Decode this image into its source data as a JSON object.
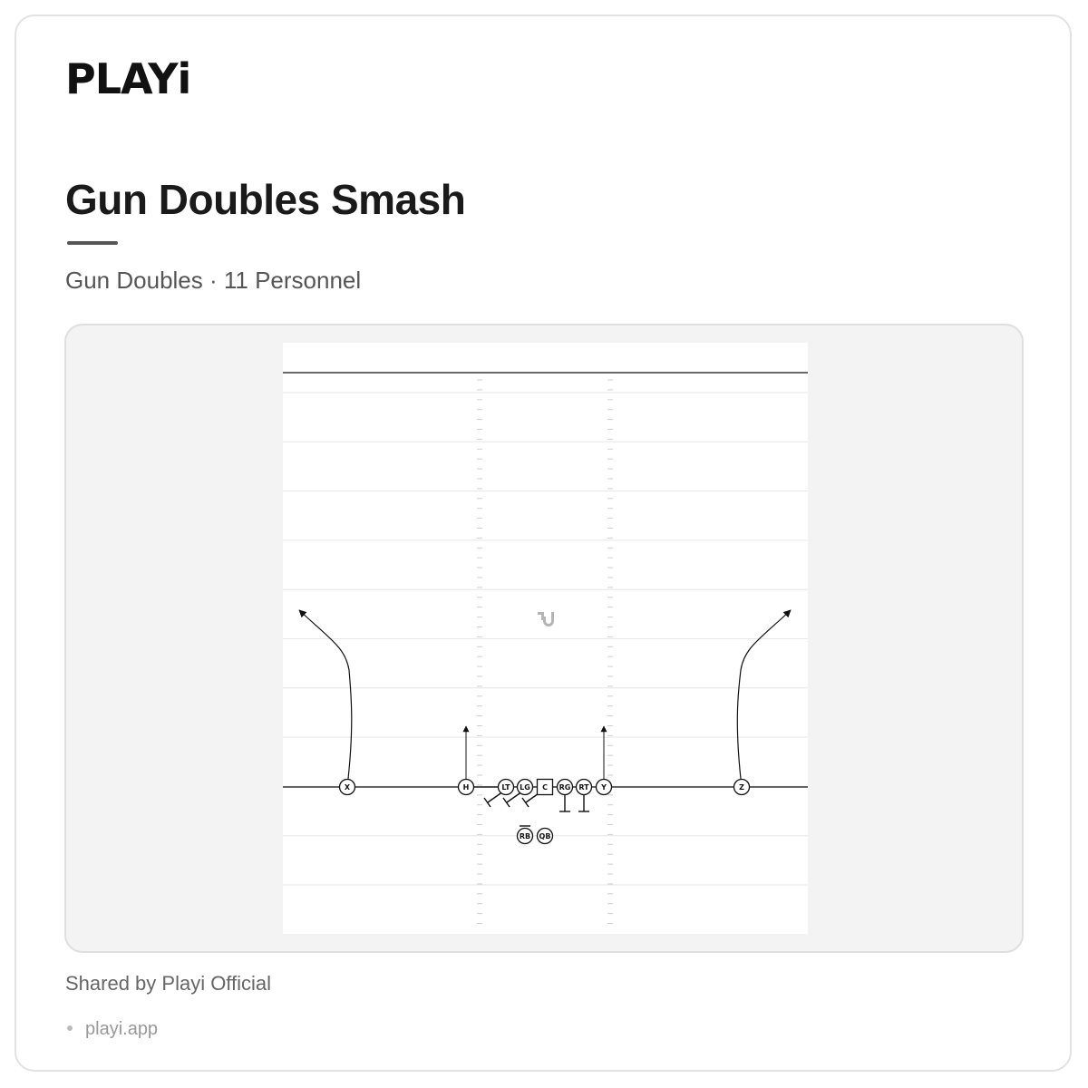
{
  "brand": {
    "logo_text": "PLAYi"
  },
  "play": {
    "title": "Gun Doubles Smash",
    "subtitle": "Gun Doubles · 11 Personnel"
  },
  "diagram": {
    "players": {
      "x": "X",
      "h": "H",
      "lt": "LT",
      "lg": "LG",
      "c": "C",
      "rg": "RG",
      "rt": "RT",
      "y": "Y",
      "z": "Z",
      "rb": "RB",
      "qb": "QB"
    },
    "watermark_icon": "playi-logo-icon",
    "colors": {
      "field": "#ffffff",
      "panel": "#f3f3f3",
      "ink": "#111111"
    }
  },
  "footer": {
    "shared_by": "Shared by Playi Official",
    "link": "playi.app"
  }
}
